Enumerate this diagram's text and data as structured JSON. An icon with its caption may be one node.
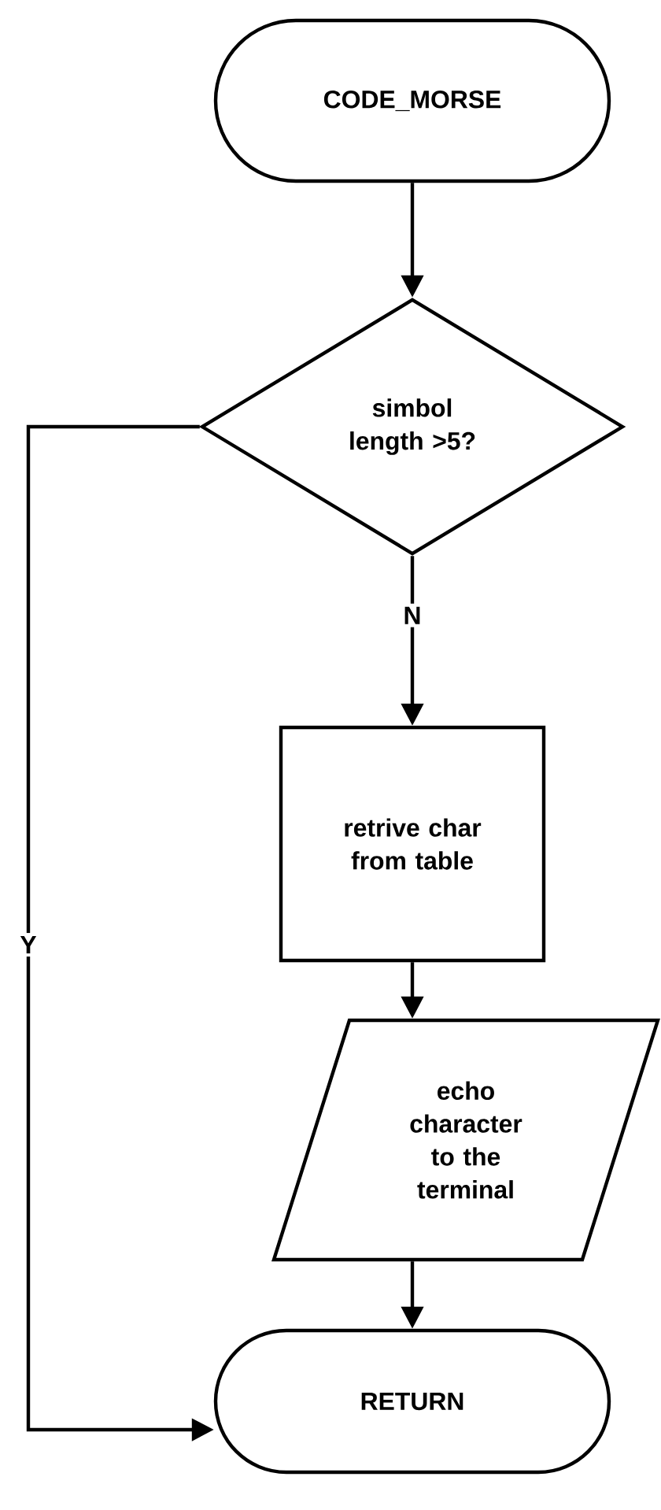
{
  "diagram": {
    "nodes": [
      {
        "text": [
          "CODE_MORSE"
        ]
      },
      {
        "text": [
          "simbol length >5?"
        ]
      },
      {
        "text": [
          "retrive char from table"
        ]
      },
      {
        "text": [
          "echo character to the terminal"
        ]
      },
      {
        "text": [
          "RETURN"
        ]
      }
    ],
    "edges": [
      {
        "from": 0,
        "to": 1,
        "arrow": "to"
      },
      {
        "from": 1,
        "to": 2,
        "arrow": "to",
        "label": "N"
      },
      {
        "from": 2,
        "to": 3,
        "arrow": "to"
      },
      {
        "from": 3,
        "to": 4,
        "arrow": "to"
      },
      {
        "from": 1,
        "to": 4,
        "arrow": "to",
        "label": "Y"
      }
    ]
  }
}
